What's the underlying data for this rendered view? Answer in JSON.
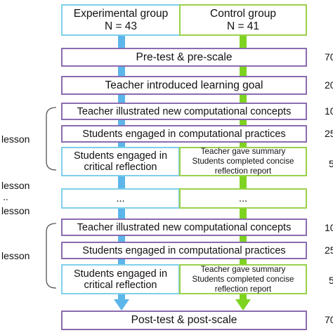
{
  "header": {
    "experimental_label": "Experimental group",
    "experimental_n": "N = 43",
    "control_label": "Control group",
    "control_n": "N = 41"
  },
  "steps": {
    "pretest": "Pre-test & pre-scale",
    "goal": "Teacher introduced learning goal",
    "concepts_1": "Teacher illustrated new computational concepts",
    "practices_1": "Students engaged in computational practices",
    "reflection_exp_1": [
      "Students engaged in",
      "critical reflection"
    ],
    "reflection_ctrl_1": [
      "Teacher gave summary",
      "Students completed concise",
      "reflection report"
    ],
    "ellipsis_exp": "...",
    "ellipsis_ctrl": "...",
    "concepts_2": "Teacher illustrated new computational concepts",
    "practices_2": "Students engaged in computational practices",
    "reflection_exp_2": [
      "Students engaged in",
      "critical reflection"
    ],
    "reflection_ctrl_2": [
      "Teacher gave summary",
      "Students completed concise",
      "reflection report"
    ],
    "posttest": "Post-test & post-scale"
  },
  "side_labels": {
    "lesson_1": "lesson",
    "lesson_2": "lesson",
    "dots": "..",
    "lesson_3": "lesson",
    "lesson_4": "lesson"
  },
  "durations": {
    "pretest": "70",
    "goal": "20",
    "concepts_1": "10",
    "practices_1": "25",
    "reflection_1": "5",
    "concepts_2": "10",
    "practices_2": "25",
    "reflection_2": "5",
    "posttest": "70"
  },
  "colors": {
    "purple": "#8a6cb0",
    "blue": "#7fd0ea",
    "green": "#9ad14a",
    "arrow_blue": "#5cb6ea",
    "arrow_green": "#7ed321"
  }
}
